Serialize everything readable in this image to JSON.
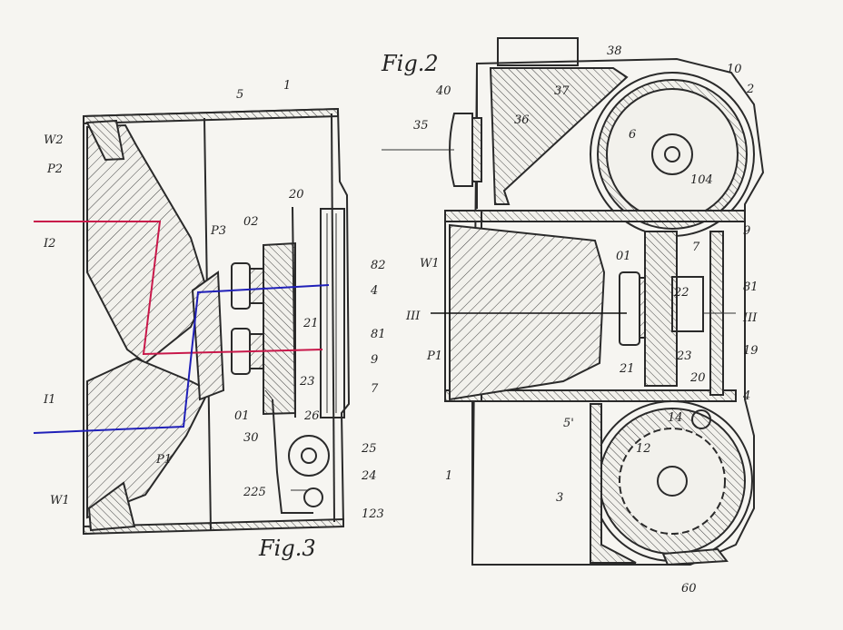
{
  "figures": {
    "fig2": "Fig.2",
    "fig3": "Fig.3"
  },
  "fig3_labels": {
    "w2": "W2",
    "p2": "P2",
    "i2": "I2",
    "i1": "I1",
    "w1": "W1",
    "p1": "P1",
    "p3": "P3",
    "o2": "02",
    "o1": "01",
    "n5": "5",
    "n1": "1",
    "n20": "20",
    "n82": "82",
    "n4": "4",
    "n21": "21",
    "n81": "81",
    "n9": "9",
    "n23": "23",
    "n7": "7",
    "n26": "26",
    "n30": "30",
    "n25": "25",
    "n225": "225",
    "n24": "24",
    "n123": "123"
  },
  "fig2_labels": {
    "n38": "38",
    "n37": "37",
    "n40": "40",
    "n35": "35",
    "n36": "36",
    "n10": "10",
    "n2": "2",
    "n6": "6",
    "n104": "104",
    "n9": "9",
    "w1": "W1",
    "o1": "01",
    "n7": "7",
    "n22": "22",
    "n81": "81",
    "iii_left": "III",
    "iii_right": "III",
    "p1": "P1",
    "n21": "21",
    "n23": "23",
    "n19": "19",
    "n5": "5'",
    "n20": "20",
    "n4": "4",
    "n14": "14",
    "n1": "1",
    "n12": "12",
    "n3": "3",
    "n60": "60"
  },
  "colors": {
    "ink": "#2a2a2a",
    "ray_i2": "#c8184a",
    "ray_i1": "#2020b8",
    "section_line": "#111111",
    "paper": "#f6f5f1"
  }
}
